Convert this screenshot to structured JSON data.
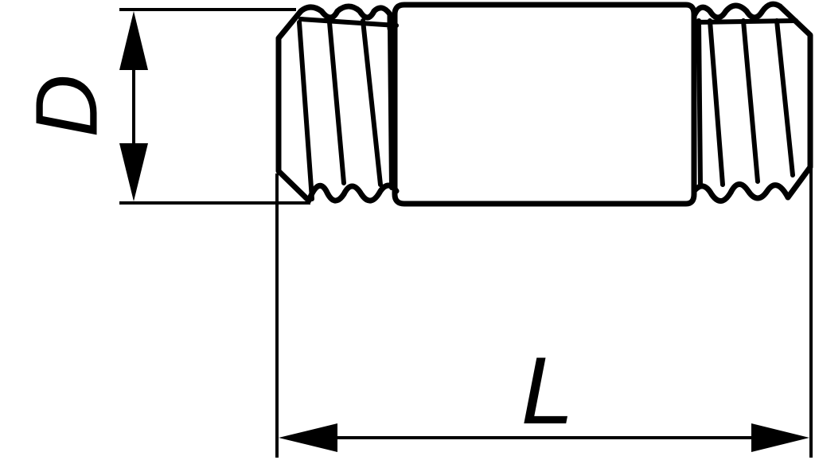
{
  "drawing": {
    "part": "threaded-stud",
    "dimensions": {
      "diameter_label": "D",
      "length_label": "L"
    },
    "colors": {
      "line": "#000000",
      "background": "#ffffff"
    }
  }
}
